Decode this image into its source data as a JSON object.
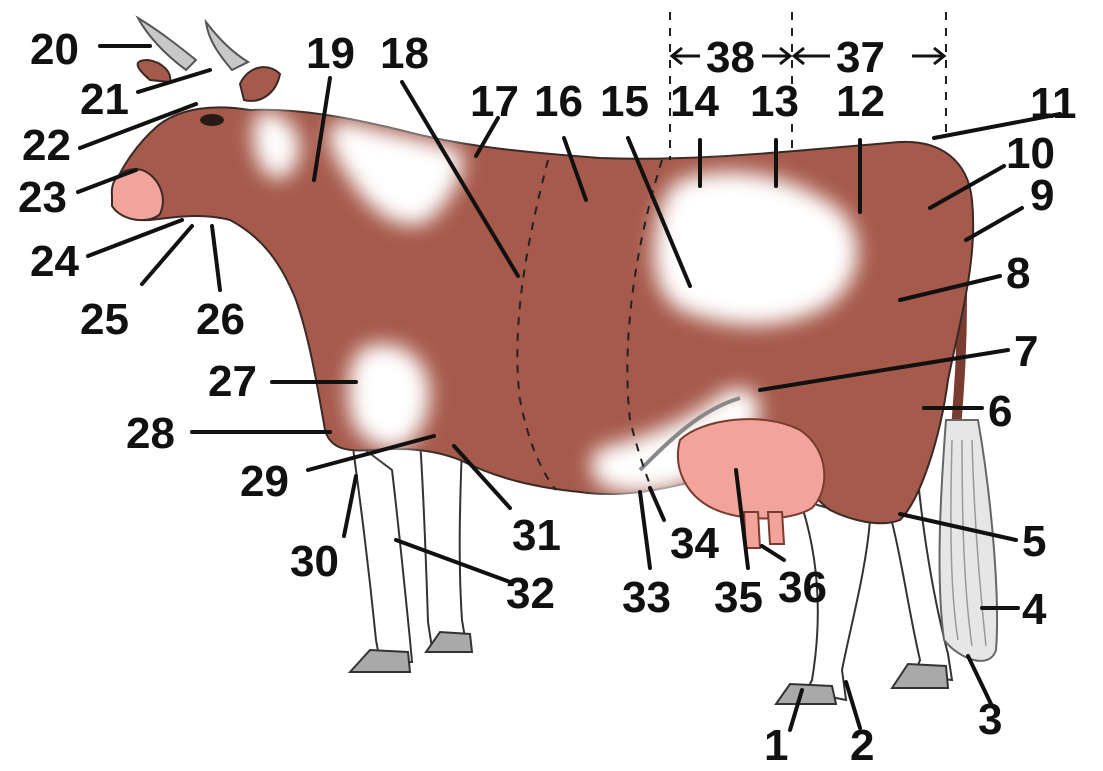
{
  "diagram": {
    "colors": {
      "coat": "#a65a4b",
      "coat_dark": "#7a3c30",
      "white_patch": "#ffffff",
      "udder": "#f2a49a",
      "horn": "#c8c8c8",
      "hoof": "#a9a9a9",
      "leader": "#111111"
    },
    "labels": [
      {
        "id": "1",
        "text": "1"
      },
      {
        "id": "2",
        "text": "2"
      },
      {
        "id": "3",
        "text": "3"
      },
      {
        "id": "4",
        "text": "4"
      },
      {
        "id": "5",
        "text": "5"
      },
      {
        "id": "6",
        "text": "6"
      },
      {
        "id": "7",
        "text": "7"
      },
      {
        "id": "8",
        "text": "8"
      },
      {
        "id": "9",
        "text": "9"
      },
      {
        "id": "10",
        "text": "10"
      },
      {
        "id": "11",
        "text": "11"
      },
      {
        "id": "12",
        "text": "12"
      },
      {
        "id": "13",
        "text": "13"
      },
      {
        "id": "14",
        "text": "14"
      },
      {
        "id": "15",
        "text": "15"
      },
      {
        "id": "16",
        "text": "16"
      },
      {
        "id": "17",
        "text": "17"
      },
      {
        "id": "18",
        "text": "18"
      },
      {
        "id": "19",
        "text": "19"
      },
      {
        "id": "20",
        "text": "20"
      },
      {
        "id": "21",
        "text": "21"
      },
      {
        "id": "22",
        "text": "22"
      },
      {
        "id": "23",
        "text": "23"
      },
      {
        "id": "24",
        "text": "24"
      },
      {
        "id": "25",
        "text": "25"
      },
      {
        "id": "26",
        "text": "26"
      },
      {
        "id": "27",
        "text": "27"
      },
      {
        "id": "28",
        "text": "28"
      },
      {
        "id": "29",
        "text": "29"
      },
      {
        "id": "30",
        "text": "30"
      },
      {
        "id": "31",
        "text": "31"
      },
      {
        "id": "32",
        "text": "32"
      },
      {
        "id": "33",
        "text": "33"
      },
      {
        "id": "34",
        "text": "34"
      },
      {
        "id": "35",
        "text": "35"
      },
      {
        "id": "36",
        "text": "36"
      },
      {
        "id": "37",
        "text": "37"
      },
      {
        "id": "38",
        "text": "38"
      }
    ]
  }
}
